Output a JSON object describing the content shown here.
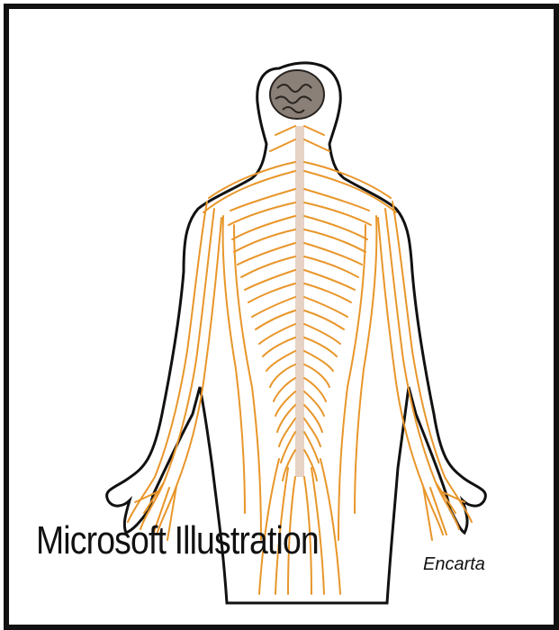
{
  "illustration": {
    "subject": "human nervous system",
    "watermark_text": "Microsoft Illustration",
    "credit_text": "Encarta"
  },
  "colors": {
    "frame": "#111111",
    "background": "#ffffff",
    "body_outline": "#111111",
    "nerves": "#e8962a",
    "spinal_cord": "#e7d3c6",
    "brain_fill": "#8a8078",
    "brain_outline": "#2a2420"
  }
}
